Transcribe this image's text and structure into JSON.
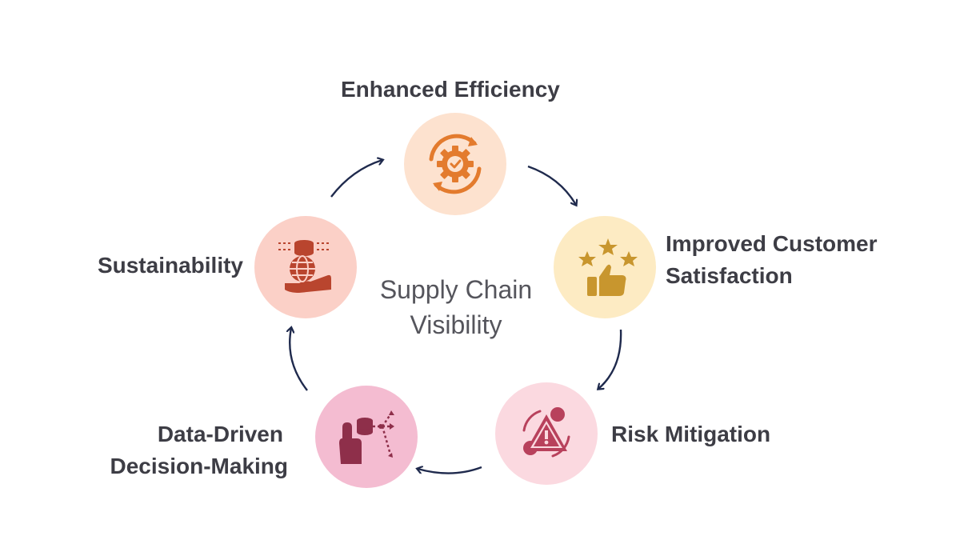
{
  "center": {
    "line1": "Supply Chain",
    "line2": "Visibility"
  },
  "nodes": [
    {
      "id": "efficiency",
      "lines": [
        "Enhanced Efficiency"
      ],
      "icon": "gear-cycle-icon",
      "bg": "#fde2cf",
      "fg": "#e37b2e"
    },
    {
      "id": "customer",
      "lines": [
        "Improved Customer",
        "Satisfaction"
      ],
      "icon": "thumbs-up-stars-icon",
      "bg": "#fdebc3",
      "fg": "#c8962e"
    },
    {
      "id": "risk",
      "lines": [
        "Risk Mitigation"
      ],
      "icon": "warning-gears-icon",
      "bg": "#fbd9e0",
      "fg": "#b8415c"
    },
    {
      "id": "data",
      "lines": [
        "Data-Driven",
        "Decision-Making"
      ],
      "icon": "hand-data-flow-icon",
      "bg": "#f4bcd1",
      "fg": "#8e2f4a"
    },
    {
      "id": "sustainability",
      "lines": [
        "Sustainability"
      ],
      "icon": "globe-hand-icon",
      "bg": "#fbd0c7",
      "fg": "#b9452e"
    }
  ],
  "colors": {
    "arrow": "#1f2a4d",
    "label": "#3d3d45",
    "center_text": "#55555c"
  }
}
